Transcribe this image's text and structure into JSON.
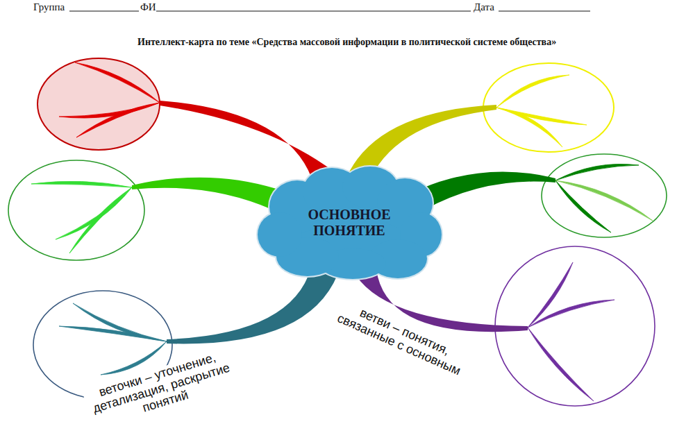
{
  "diagram": {
    "title": "Интеллект-карта по теме «Средства массовой информации в политической системе общества»",
    "nodes": [
      {
        "text": [
          "ОСНОВНОЕ ПОНЯТИЕ"
        ]
      }
    ],
    "labels": [
      "Группа",
      "ФИ",
      "Дата",
      "ветви – понятия, связанные с основным",
      "веточки – уточнение, детализация, раскрытие понятий"
    ]
  }
}
